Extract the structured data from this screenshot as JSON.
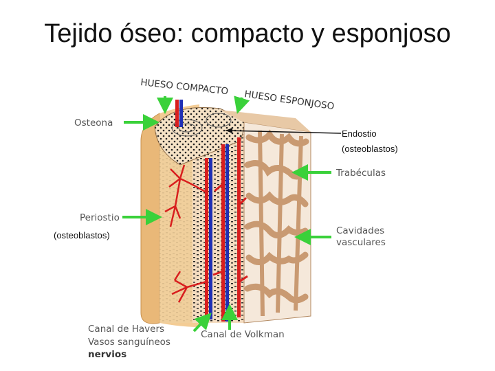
{
  "slide": {
    "title": "Tejido óseo: compacto y esponjoso"
  },
  "labels": {
    "compact_bone": "HUESO COMPACTO",
    "spongy_bone": "HUESO ESPONJOSO",
    "osteon": "Osteona",
    "periosteum": "Periostio",
    "periosteum_note": "(osteoblastos)",
    "endosteum": "Endostio",
    "endosteum_note": "(osteoblastos)",
    "trabeculae": "Trabéculas",
    "vascular_cavities_line1": "Cavidades",
    "vascular_cavities_line2": "vasculares",
    "haversian_canal": "Canal de Havers",
    "blood_vessels": "Vasos sanguíneos",
    "nerves": "nervios",
    "volkmann_canal": "Canal de Volkman"
  },
  "colors": {
    "arrow": "#3ad13a",
    "artery": "#d81e1e",
    "vein": "#1f2fb5",
    "periosteum": "#f0c48a",
    "spongy": "#c99a72",
    "compact": "#f6e2c6"
  }
}
